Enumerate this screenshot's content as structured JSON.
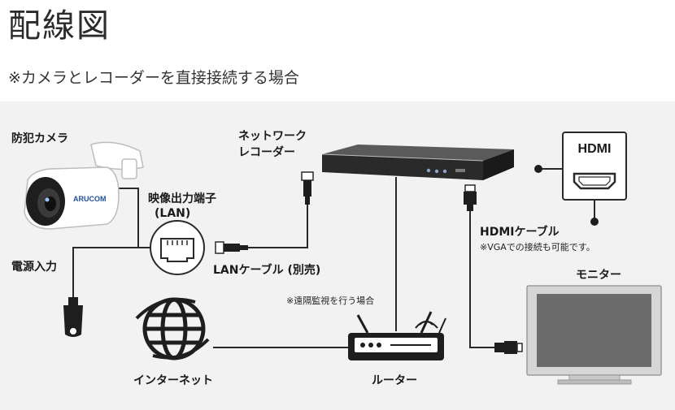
{
  "title": "配線図",
  "subtitle": "※カメラとレコーダーを直接接続する場合",
  "labels": {
    "camera": "防犯カメラ",
    "camera_brand": "ARUCOM",
    "video_port": "映像出力端子",
    "video_port_sub": "(LAN)",
    "power": "電源入力",
    "recorder": "ネットワーク\nレコーダー",
    "lan_cable": "LANケーブル (別売)",
    "remote_note": "※遠隔監視を行う場合",
    "internet": "インターネット",
    "router": "ルーター",
    "hdmi_badge": "HDMI",
    "hdmi_cable": "HDMIケーブル",
    "vga_note": "※VGAでの接続も可能です。",
    "monitor": "モニター"
  },
  "colors": {
    "panel_bg": "#f2f2f2",
    "line": "#2a2a2a",
    "device_dark": "#1e1e1e",
    "monitor_screen": "#6b6b6b"
  },
  "icons": [
    "camera-icon",
    "lan-port-icon",
    "power-plug-icon",
    "recorder-icon",
    "router-icon",
    "globe-icon",
    "hdmi-port-icon",
    "monitor-icon"
  ]
}
